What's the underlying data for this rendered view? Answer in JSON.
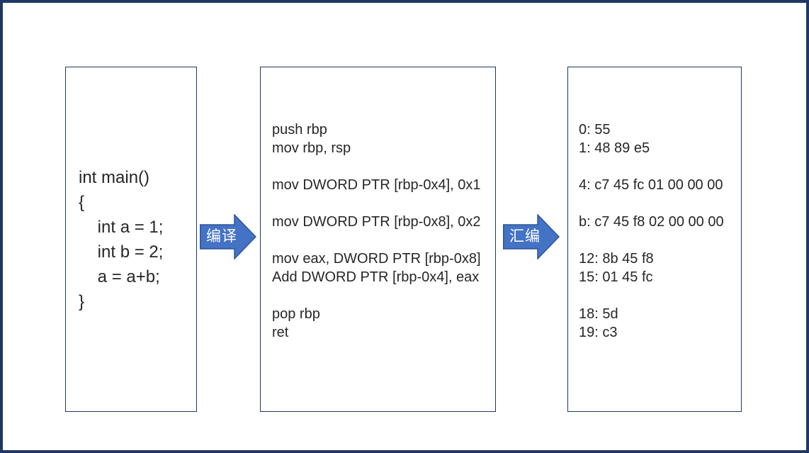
{
  "source_box": {
    "lines": [
      "int main()",
      "{",
      "    int a = 1;",
      "    int b = 2;",
      "    a = a+b;",
      "}"
    ]
  },
  "assembly_box": {
    "lines": [
      "push rbp",
      "mov rbp, rsp",
      "",
      "mov DWORD PTR [rbp-0x4], 0x1",
      "",
      "mov DWORD PTR [rbp-0x8], 0x2",
      "",
      "mov eax, DWORD PTR [rbp-0x8]",
      "Add DWORD PTR [rbp-0x4], eax",
      "",
      "pop rbp",
      "ret"
    ]
  },
  "machine_code_box": {
    "lines": [
      "0: 55",
      "1: 48 89 e5",
      "",
      "4: c7 45 fc 01 00 00 00",
      "",
      "b: c7 45 f8 02 00 00 00",
      "",
      "12: 8b 45 f8",
      "15: 01 45 fc",
      "",
      "18: 5d",
      "19: c3"
    ]
  },
  "arrows": [
    {
      "label": "编译"
    },
    {
      "label": "汇编"
    }
  ],
  "colors": {
    "arrow_fill": "#4472C4",
    "arrow_outline": "#2F5597",
    "box_border": "#1F3864",
    "frame_border": "#1F3864",
    "text": "#262626",
    "arrow_label_text": "#FFFFFF",
    "background": "#FFFFFF"
  }
}
